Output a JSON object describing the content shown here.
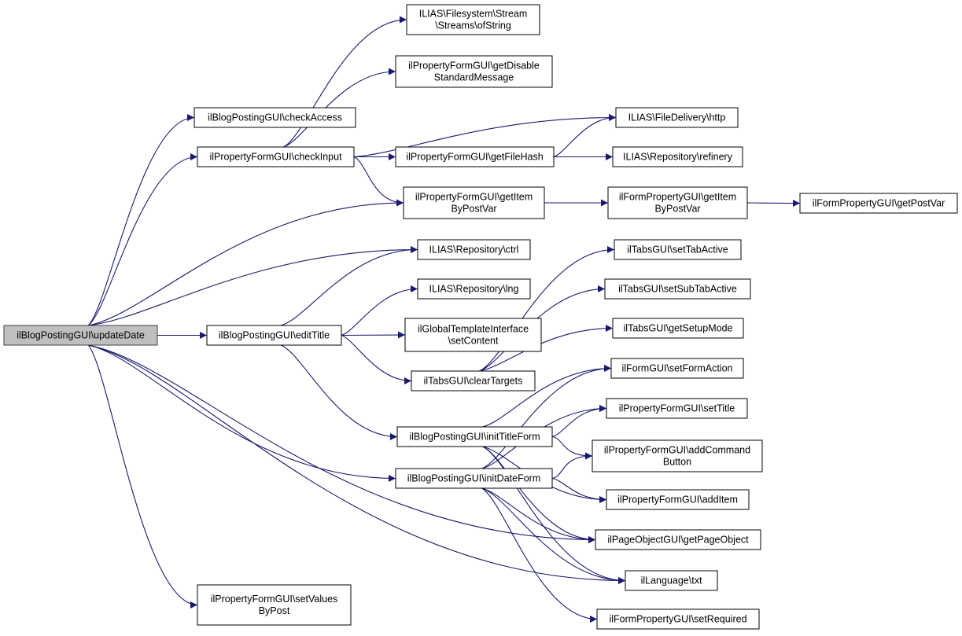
{
  "diagram": {
    "type": "call-graph",
    "colors": {
      "edge": "#191970",
      "root_fill": "#bfbfbf",
      "node_fill": "#ffffff",
      "node_border": "#000000"
    },
    "nodes": [
      {
        "id": "updateDate",
        "lines": [
          "ilBlogPostingGUI\\updateDate"
        ],
        "root": true
      },
      {
        "id": "checkAccess",
        "lines": [
          "ilBlogPostingGUI\\checkAccess"
        ]
      },
      {
        "id": "checkInput",
        "lines": [
          "ilPropertyFormGUI\\checkInput"
        ]
      },
      {
        "id": "ofString",
        "lines": [
          "ILIAS\\Filesystem\\Stream",
          "\\Streams\\ofString"
        ]
      },
      {
        "id": "getDisable",
        "lines": [
          "ilPropertyFormGUI\\getDisable",
          "StandardMessage"
        ]
      },
      {
        "id": "http",
        "lines": [
          "ILIAS\\FileDelivery\\http"
        ]
      },
      {
        "id": "getFileHash",
        "lines": [
          "ilPropertyFormGUI\\getFileHash"
        ]
      },
      {
        "id": "refinery",
        "lines": [
          "ILIAS\\Repository\\refinery"
        ]
      },
      {
        "id": "getItemByPostVar",
        "lines": [
          "ilPropertyFormGUI\\getItem",
          "ByPostVar"
        ]
      },
      {
        "id": "fpGetItemByPostVar",
        "lines": [
          "ilFormPropertyGUI\\getItem",
          "ByPostVar"
        ]
      },
      {
        "id": "getPostVar",
        "lines": [
          "ilFormPropertyGUI\\getPostVar"
        ]
      },
      {
        "id": "ctrl",
        "lines": [
          "ILIAS\\Repository\\ctrl"
        ]
      },
      {
        "id": "lng",
        "lines": [
          "ILIAS\\Repository\\lng"
        ]
      },
      {
        "id": "editTitle",
        "lines": [
          "ilBlogPostingGUI\\editTitle"
        ]
      },
      {
        "id": "setContent",
        "lines": [
          "ilGlobalTemplateInterface",
          "\\setContent"
        ]
      },
      {
        "id": "clearTargets",
        "lines": [
          "ilTabsGUI\\clearTargets"
        ]
      },
      {
        "id": "setTabActive",
        "lines": [
          "ilTabsGUI\\setTabActive"
        ]
      },
      {
        "id": "setSubTabActive",
        "lines": [
          "ilTabsGUI\\setSubTabActive"
        ]
      },
      {
        "id": "getSetupMode",
        "lines": [
          "ilTabsGUI\\getSetupMode"
        ]
      },
      {
        "id": "setFormAction",
        "lines": [
          "ilFormGUI\\setFormAction"
        ]
      },
      {
        "id": "initTitleForm",
        "lines": [
          "ilBlogPostingGUI\\initTitleForm"
        ]
      },
      {
        "id": "setTitle",
        "lines": [
          "ilPropertyFormGUI\\setTitle"
        ]
      },
      {
        "id": "addCommandButton",
        "lines": [
          "ilPropertyFormGUI\\addCommand",
          "Button"
        ]
      },
      {
        "id": "initDateForm",
        "lines": [
          "ilBlogPostingGUI\\initDateForm"
        ]
      },
      {
        "id": "addItem",
        "lines": [
          "ilPropertyFormGUI\\addItem"
        ]
      },
      {
        "id": "getPageObject",
        "lines": [
          "ilPageObjectGUI\\getPageObject"
        ]
      },
      {
        "id": "txt",
        "lines": [
          "ilLanguage\\txt"
        ]
      },
      {
        "id": "setValuesByPost",
        "lines": [
          "ilPropertyFormGUI\\setValues",
          "ByPost"
        ]
      },
      {
        "id": "setRequired",
        "lines": [
          "ilFormPropertyGUI\\setRequired"
        ]
      }
    ],
    "edges": [
      [
        "updateDate",
        "checkAccess"
      ],
      [
        "updateDate",
        "checkInput"
      ],
      [
        "updateDate",
        "getItemByPostVar"
      ],
      [
        "updateDate",
        "ctrl"
      ],
      [
        "updateDate",
        "editTitle"
      ],
      [
        "updateDate",
        "initDateForm"
      ],
      [
        "updateDate",
        "getPageObject"
      ],
      [
        "updateDate",
        "txt"
      ],
      [
        "updateDate",
        "setValuesByPost"
      ],
      [
        "checkInput",
        "ofString"
      ],
      [
        "checkInput",
        "getDisable"
      ],
      [
        "checkInput",
        "http"
      ],
      [
        "checkInput",
        "getFileHash"
      ],
      [
        "checkInput",
        "getItemByPostVar"
      ],
      [
        "getFileHash",
        "http"
      ],
      [
        "getFileHash",
        "refinery"
      ],
      [
        "getItemByPostVar",
        "fpGetItemByPostVar"
      ],
      [
        "fpGetItemByPostVar",
        "getPostVar"
      ],
      [
        "editTitle",
        "ctrl"
      ],
      [
        "editTitle",
        "lng"
      ],
      [
        "editTitle",
        "setContent"
      ],
      [
        "editTitle",
        "clearTargets"
      ],
      [
        "editTitle",
        "initTitleForm"
      ],
      [
        "clearTargets",
        "setTabActive"
      ],
      [
        "clearTargets",
        "setSubTabActive"
      ],
      [
        "clearTargets",
        "getSetupMode"
      ],
      [
        "initTitleForm",
        "setFormAction"
      ],
      [
        "initTitleForm",
        "setTitle"
      ],
      [
        "initTitleForm",
        "addCommandButton"
      ],
      [
        "initTitleForm",
        "addItem"
      ],
      [
        "initTitleForm",
        "getPageObject"
      ],
      [
        "initTitleForm",
        "txt"
      ],
      [
        "initDateForm",
        "setFormAction"
      ],
      [
        "initDateForm",
        "setTitle"
      ],
      [
        "initDateForm",
        "addCommandButton"
      ],
      [
        "initDateForm",
        "addItem"
      ],
      [
        "initDateForm",
        "getPageObject"
      ],
      [
        "initDateForm",
        "txt"
      ],
      [
        "initDateForm",
        "setRequired"
      ]
    ]
  }
}
